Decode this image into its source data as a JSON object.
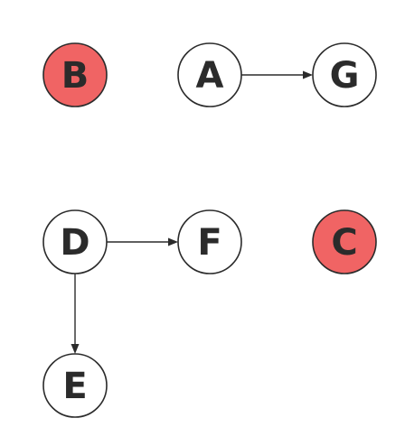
{
  "colors": {
    "highlight": "#f06464",
    "default": "#ffffff",
    "ink": "#2b2b2b"
  },
  "nodes": [
    {
      "id": "B",
      "label": "B",
      "highlighted": true
    },
    {
      "id": "A",
      "label": "A",
      "highlighted": false
    },
    {
      "id": "G",
      "label": "G",
      "highlighted": false
    },
    {
      "id": "D",
      "label": "D",
      "highlighted": false
    },
    {
      "id": "F",
      "label": "F",
      "highlighted": false
    },
    {
      "id": "C",
      "label": "C",
      "highlighted": true
    },
    {
      "id": "E",
      "label": "E",
      "highlighted": false
    }
  ],
  "edges": [
    {
      "from": "A",
      "to": "G"
    },
    {
      "from": "D",
      "to": "F"
    },
    {
      "from": "D",
      "to": "E"
    }
  ]
}
